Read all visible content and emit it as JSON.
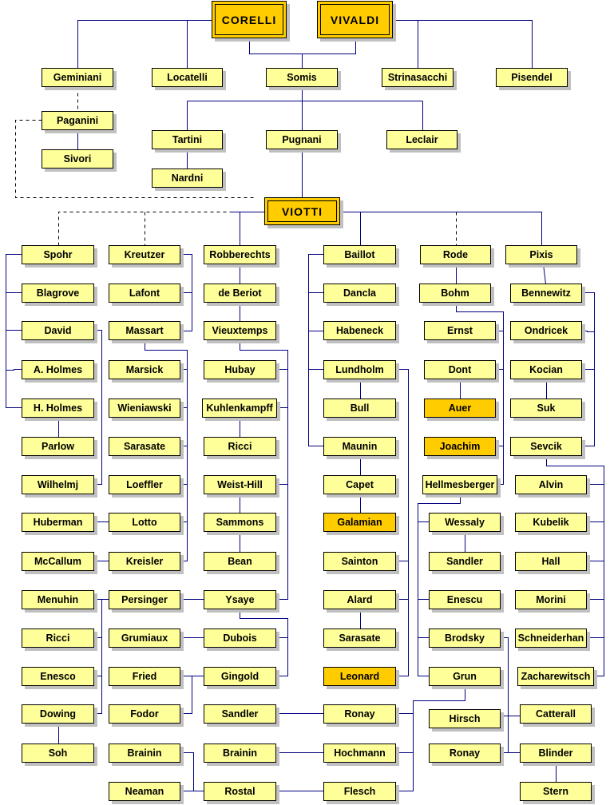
{
  "colors": {
    "node_fill": "#ffff99",
    "highlight_fill": "#ffcc00",
    "line": "#000080",
    "dashed_line": "#000000"
  },
  "nodes": [
    {
      "label": "CORELLI",
      "style": "main"
    },
    {
      "label": "VIVALDI",
      "style": "main"
    },
    {
      "label": "Geminiani"
    },
    {
      "label": "Locatelli"
    },
    {
      "label": "Somis"
    },
    {
      "label": "Strinasacchi"
    },
    {
      "label": "Pisendel"
    },
    {
      "label": "Paganini"
    },
    {
      "label": "Tartini"
    },
    {
      "label": "Pugnani"
    },
    {
      "label": "Leclair"
    },
    {
      "label": "Sivori"
    },
    {
      "label": "Nardni"
    },
    {
      "label": "VIOTTI",
      "style": "main"
    },
    {
      "label": "Spohr"
    },
    {
      "label": "Blagrove"
    },
    {
      "label": "David"
    },
    {
      "label": "A. Holmes"
    },
    {
      "label": "H. Holmes"
    },
    {
      "label": "Parlow"
    },
    {
      "label": "Wilhelmj"
    },
    {
      "label": "Huberman"
    },
    {
      "label": "McCallum"
    },
    {
      "label": "Menuhin"
    },
    {
      "label": "Ricci"
    },
    {
      "label": "Enesco"
    },
    {
      "label": "Dowing"
    },
    {
      "label": "Soh"
    },
    {
      "label": "Kreutzer"
    },
    {
      "label": "Lafont"
    },
    {
      "label": "Massart"
    },
    {
      "label": "Marsick"
    },
    {
      "label": "Wieniawski"
    },
    {
      "label": "Sarasate"
    },
    {
      "label": "Loeffler"
    },
    {
      "label": "Lotto"
    },
    {
      "label": "Kreisler"
    },
    {
      "label": "Persinger"
    },
    {
      "label": "Grumiaux"
    },
    {
      "label": "Fried"
    },
    {
      "label": "Fodor"
    },
    {
      "label": "Brainin"
    },
    {
      "label": "Neaman"
    },
    {
      "label": "Robberechts"
    },
    {
      "label": "de Beriot"
    },
    {
      "label": "Vieuxtemps"
    },
    {
      "label": "Hubay"
    },
    {
      "label": "Kuhlenkampff"
    },
    {
      "label": "Ricci"
    },
    {
      "label": "Weist-Hill"
    },
    {
      "label": "Sammons"
    },
    {
      "label": "Bean"
    },
    {
      "label": "Ysaye"
    },
    {
      "label": "Dubois"
    },
    {
      "label": "Gingold"
    },
    {
      "label": "Sandler"
    },
    {
      "label": "Brainin"
    },
    {
      "label": "Rostal"
    },
    {
      "label": "Baillot"
    },
    {
      "label": "Dancla"
    },
    {
      "label": "Habeneck"
    },
    {
      "label": "Lundholm"
    },
    {
      "label": "Bull"
    },
    {
      "label": "Maunin"
    },
    {
      "label": "Capet"
    },
    {
      "label": "Galamian",
      "style": "hl"
    },
    {
      "label": "Sainton"
    },
    {
      "label": "Alard"
    },
    {
      "label": "Sarasate"
    },
    {
      "label": "Leonard",
      "style": "hl"
    },
    {
      "label": "Ronay"
    },
    {
      "label": "Hochmann"
    },
    {
      "label": "Flesch"
    },
    {
      "label": "Rode"
    },
    {
      "label": "Bohm"
    },
    {
      "label": "Ernst"
    },
    {
      "label": "Dont"
    },
    {
      "label": "Auer",
      "style": "hl"
    },
    {
      "label": "Joachim",
      "style": "hl"
    },
    {
      "label": "Hellmesberger"
    },
    {
      "label": "Wessaly"
    },
    {
      "label": "Sandler"
    },
    {
      "label": "Enescu"
    },
    {
      "label": "Brodsky"
    },
    {
      "label": "Grun"
    },
    {
      "label": "Hirsch"
    },
    {
      "label": "Ronay"
    },
    {
      "label": "Pixis"
    },
    {
      "label": "Bennewitz"
    },
    {
      "label": "Ondricek"
    },
    {
      "label": "Kocian"
    },
    {
      "label": "Suk"
    },
    {
      "label": "Sevcik"
    },
    {
      "label": "Alvin"
    },
    {
      "label": "Kubelik"
    },
    {
      "label": "Hall"
    },
    {
      "label": "Morini"
    },
    {
      "label": "Schneiderhan"
    },
    {
      "label": "Zacharewitsch"
    },
    {
      "label": "Catterall"
    },
    {
      "label": "Blinder"
    },
    {
      "label": "Stern"
    }
  ]
}
